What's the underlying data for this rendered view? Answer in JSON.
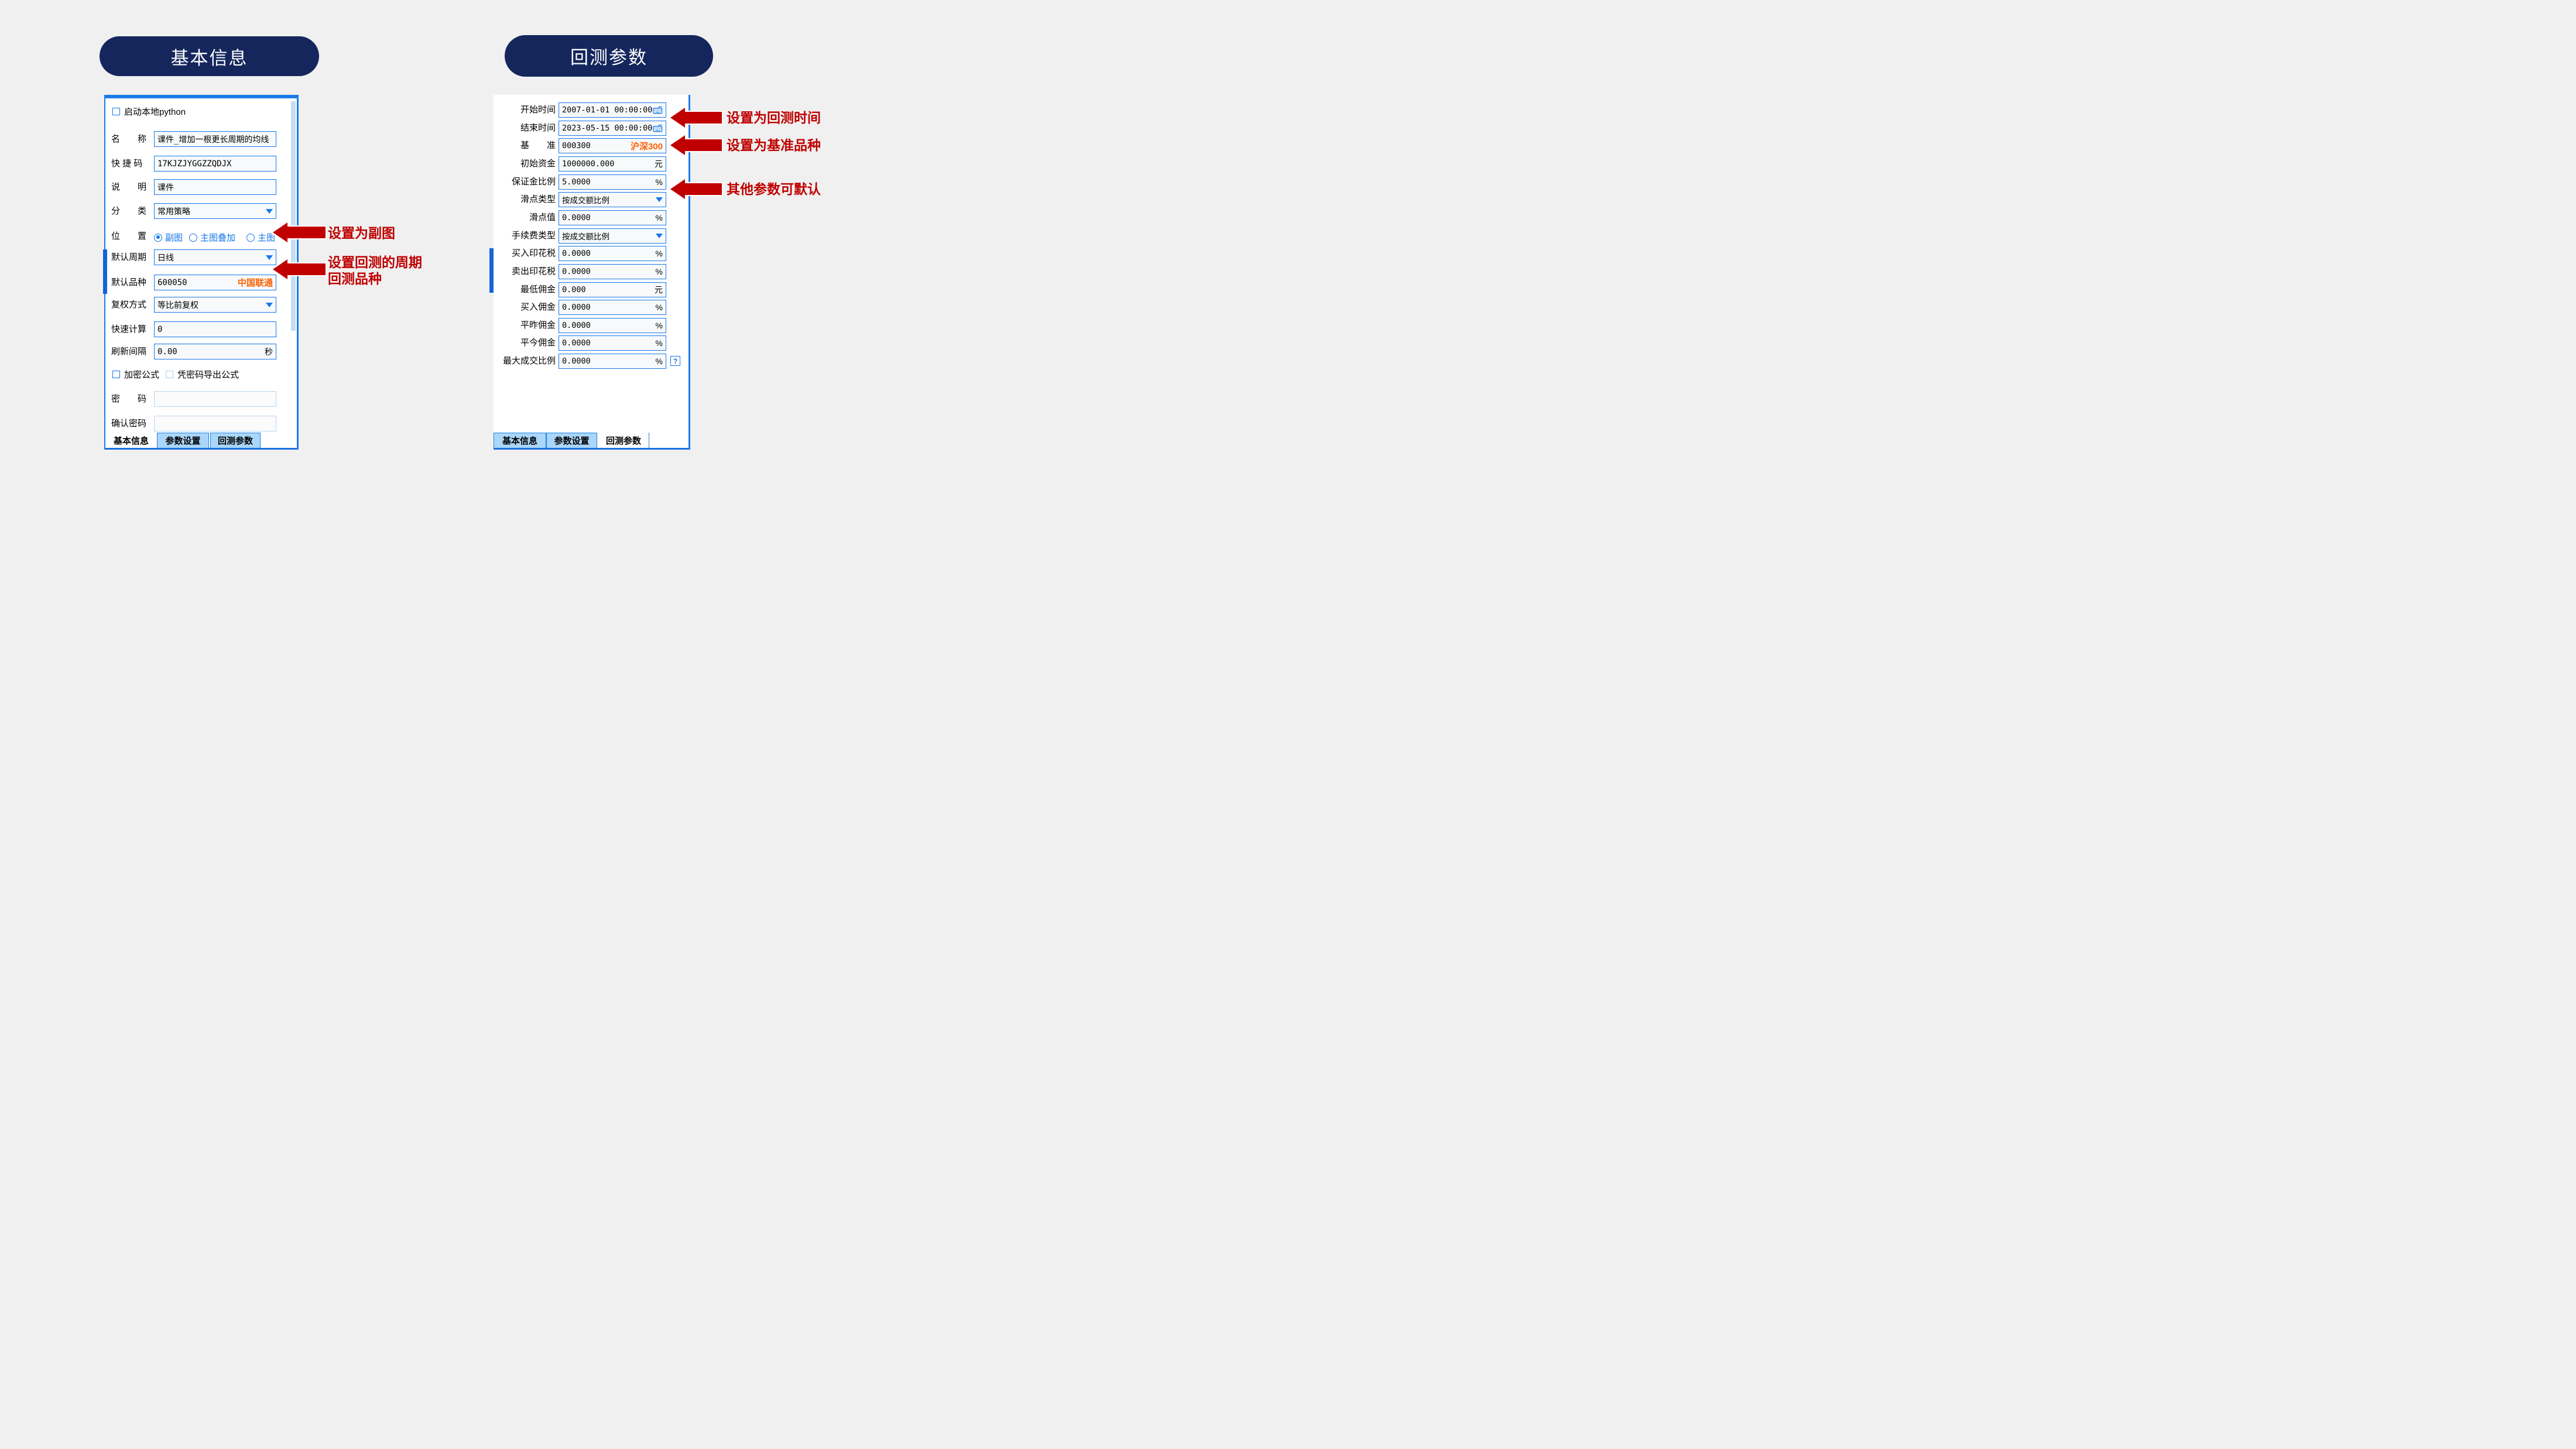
{
  "colors": {
    "accent_blue": "#1678ec",
    "navy_pill": "#14265c",
    "tab_blue": "#a9d6f9",
    "annotation_red": "#c00000",
    "symbol_orange": "#ff5f00",
    "background": "#f0f0f0"
  },
  "left": {
    "pill": "基本信息",
    "python_checkbox": "启动本地python",
    "rows": {
      "name": {
        "label": "名　　称",
        "value": "课件_增加一根更长周期的均线"
      },
      "shortcut": {
        "label": "快 捷 码",
        "value": "17KJZJYGGZZQDJX"
      },
      "desc": {
        "label": "说　　明",
        "value": "课件"
      },
      "category": {
        "label": "分　　类",
        "value": "常用策略"
      },
      "position": {
        "label": "位　　置",
        "options": [
          "副图",
          "主图叠加",
          "主图"
        ],
        "selected": "副图"
      },
      "period": {
        "label": "默认周期",
        "value": "日线"
      },
      "symbol": {
        "label": "默认品种",
        "value": "600050",
        "tag": "中国联通"
      },
      "adjust": {
        "label": "复权方式",
        "value": "等比前复权"
      },
      "quick": {
        "label": "快速计算",
        "value": "0"
      },
      "refresh": {
        "label": "刷新间隔",
        "value": "0.00",
        "unit": "秒"
      },
      "encrypt": {
        "label": "加密公式"
      },
      "export_pw": {
        "label": "凭密码导出公式"
      },
      "password": {
        "label": "密　　码",
        "value": ""
      },
      "confirm": {
        "label": "确认密码",
        "value": ""
      }
    },
    "tabs": [
      "基本信息",
      "参数设置",
      "回测参数"
    ],
    "active_tab": "基本信息",
    "annotations": {
      "sub_chart": "设置为副图",
      "period_line1": "设置回测的周期",
      "period_line2": "回测品种"
    }
  },
  "right": {
    "pill": "回测参数",
    "rows": [
      {
        "label": "开始时间",
        "value": "2007-01-01 00:00:00",
        "icon": "keyboard-icon"
      },
      {
        "label": "结束时间",
        "value": "2023-05-15 00:00:00",
        "icon": "keyboard-icon"
      },
      {
        "label": "基　　准",
        "value": "000300",
        "tag": "沪深300"
      },
      {
        "label": "初始资金",
        "value": "1000000.000",
        "unit": "元"
      },
      {
        "label": "保证金比例",
        "value": "5.0000",
        "unit": "%"
      },
      {
        "label": "滑点类型",
        "value": "按成交额比例",
        "dropdown": true
      },
      {
        "label": "滑点值",
        "value": "0.0000",
        "unit": "%"
      },
      {
        "label": "手续费类型",
        "value": "按成交额比例",
        "dropdown": true
      },
      {
        "label": "买入印花税",
        "value": "0.0000",
        "unit": "%"
      },
      {
        "label": "卖出印花税",
        "value": "0.0000",
        "unit": "%"
      },
      {
        "label": "最低佣金",
        "value": "0.000",
        "unit": "元"
      },
      {
        "label": "买入佣金",
        "value": "0.0000",
        "unit": "%"
      },
      {
        "label": "平昨佣金",
        "value": "0.0000",
        "unit": "%"
      },
      {
        "label": "平今佣金",
        "value": "0.0000",
        "unit": "%"
      },
      {
        "label": "最大成交比例",
        "value": "0.0000",
        "unit": "%",
        "help": "?"
      }
    ],
    "help_label": "?",
    "tabs": [
      "基本信息",
      "参数设置",
      "回测参数"
    ],
    "active_tab": "回测参数",
    "annotations": {
      "time": "设置为回测时间",
      "benchmark": "设置为基准品种",
      "defaults": "其他参数可默认"
    }
  }
}
